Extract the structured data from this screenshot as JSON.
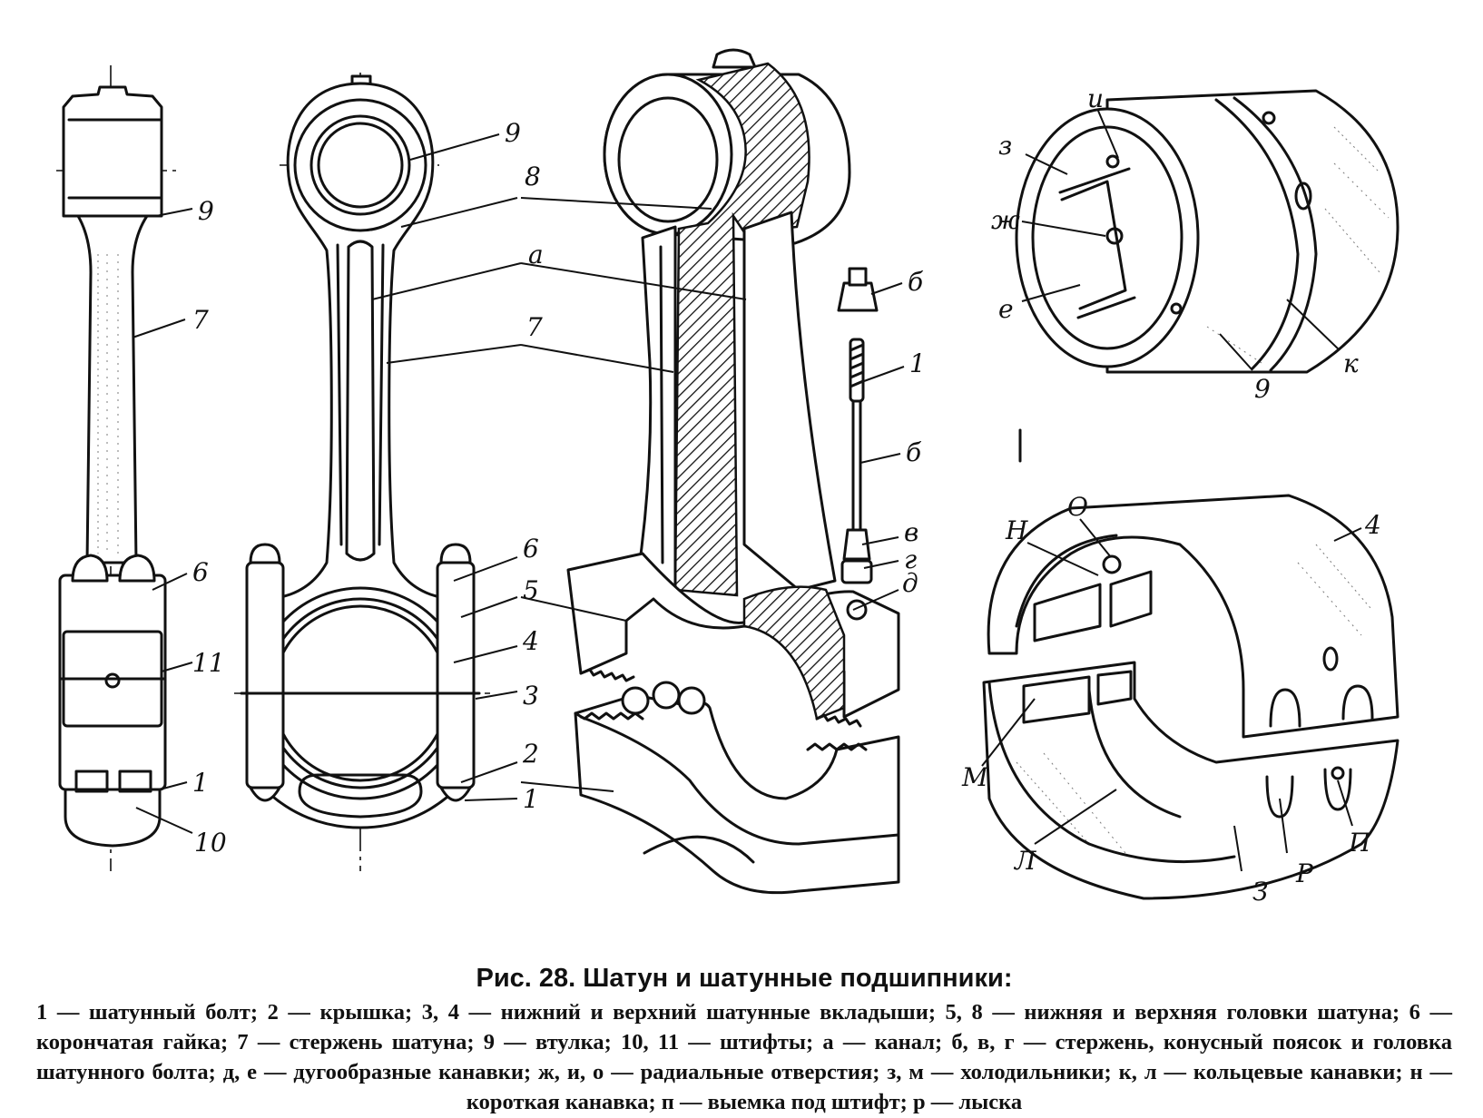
{
  "figure": {
    "views": {
      "side_view": {
        "labels": [
          "9",
          "7",
          "6",
          "11",
          "1",
          "10"
        ]
      },
      "front_view": {
        "labels": [
          "9",
          "8",
          "а",
          "7",
          "6",
          "5",
          "4",
          "3",
          "2",
          "1"
        ]
      },
      "sectioned_view": {
        "labels": [
          "б",
          "1",
          "б",
          "в",
          "г",
          "д"
        ]
      },
      "bushing_view": {
        "labels": [
          "и",
          "з",
          "ж",
          "е",
          "9",
          "к"
        ]
      },
      "bearing_shells_view": {
        "labels": [
          "Н",
          "О",
          "4",
          "М",
          "Л",
          "З",
          "Р",
          "П"
        ]
      }
    }
  },
  "caption": {
    "title": "Рис. 28. Шатун и шатунные подшипники:",
    "body": "1 — шатунный болт; 2 — крышка; 3, 4 — нижний и верхний шатунные вкладыши; 5, 8 — нижняя и верхняя головки шатуна; 6 — корончатая гайка; 7 — стержень шатуна; 9 — втулка; 10, 11 — штифты; а — канал; б, в, г — стержень, конусный поясок и головка шатунного болта; д, е — дугообразные канавки; ж, и, о — радиальные отверстия; з, м — холодильники; к, л — кольцевые канавки; н — короткая канавка; п — выемка под штифт; р — лыска"
  },
  "colors": {
    "ink": "#111111",
    "paper": "#ffffff"
  }
}
